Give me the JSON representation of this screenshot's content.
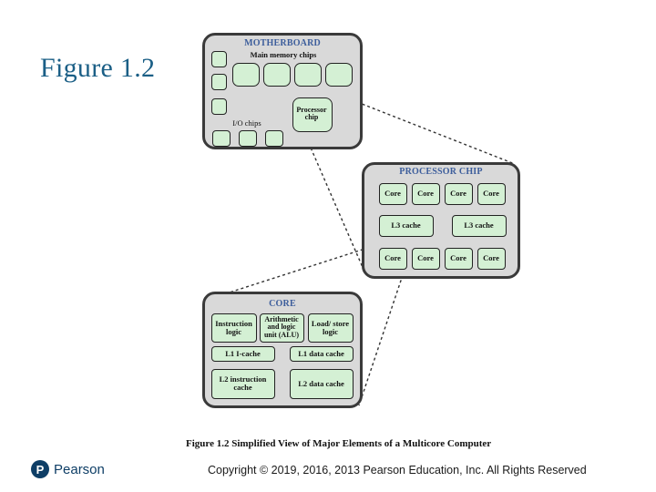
{
  "slide": {
    "title": "Figure 1.2"
  },
  "motherboard": {
    "title": "MOTHERBOARD",
    "memory_label": "Main memory chips",
    "processor_label": "Processor chip",
    "io_label": "I/O chips"
  },
  "processor_chip": {
    "title": "PROCESSOR CHIP",
    "top_cores": [
      "Core",
      "Core",
      "Core",
      "Core"
    ],
    "l3": [
      "L3 cache",
      "L3 cache"
    ],
    "bottom_cores": [
      "Core",
      "Core",
      "Core",
      "Core"
    ]
  },
  "core": {
    "title": "CORE",
    "instruction_logic": "Instruction logic",
    "alu": "Arithmetic and logic unit (ALU)",
    "load_store": "Load/ store logic",
    "l1_icache": "L1 I-cache",
    "l1_dcache": "L1 data cache",
    "l2_icache": "L2 instruction cache",
    "l2_dcache": "L2 data cache"
  },
  "caption": "Figure 1.2  Simplified View of Major Elements of a Multicore Computer",
  "footer": {
    "logo_letter": "P",
    "logo_text": "Pearson",
    "copyright": "Copyright © 2019, 2016, 2013 Pearson Education, Inc. All Rights Reserved"
  },
  "colors": {
    "title": "#1b5f86",
    "panel": "#d9d9d9",
    "component": "#d4f0d4",
    "heading": "#3d5e9c",
    "logo": "#0e3e66"
  }
}
